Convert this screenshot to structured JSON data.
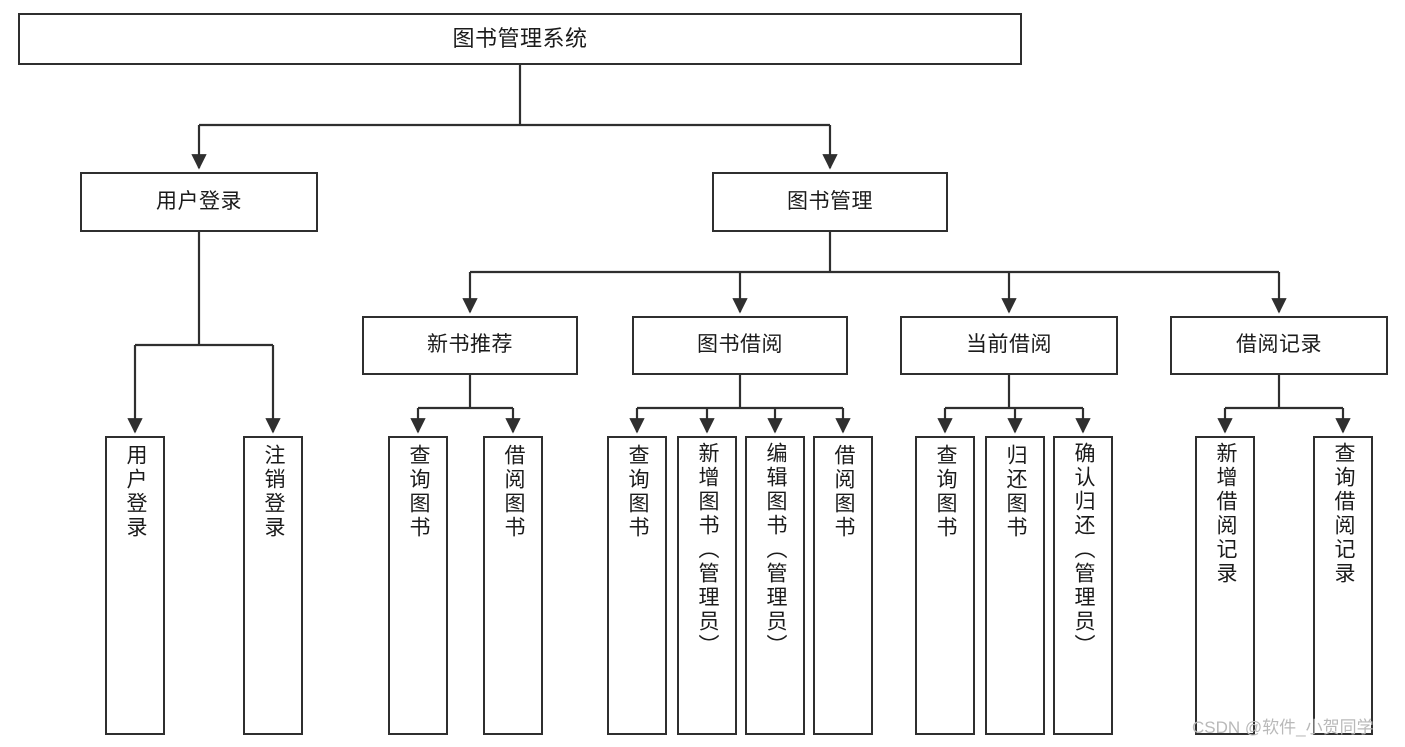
{
  "diagram": {
    "type": "tree",
    "title": "图书管理系统",
    "orientation": "top-down",
    "levels": 4,
    "root": {
      "id": "root",
      "label": "图书管理系统"
    },
    "level2": [
      {
        "id": "user-login",
        "label": "用户登录"
      },
      {
        "id": "book-manage",
        "label": "图书管理"
      }
    ],
    "level3": [
      {
        "id": "new-book-recommend",
        "label": "新书推荐",
        "parent": "book-manage"
      },
      {
        "id": "book-borrow",
        "label": "图书借阅",
        "parent": "book-manage"
      },
      {
        "id": "current-borrow",
        "label": "当前借阅",
        "parent": "book-manage"
      },
      {
        "id": "borrow-record",
        "label": "借阅记录",
        "parent": "book-manage"
      }
    ],
    "leaves": [
      {
        "id": "leaf-user-login",
        "label": "用户登录",
        "parent": "user-login"
      },
      {
        "id": "leaf-user-logout",
        "label": "注销登录",
        "parent": "user-login"
      },
      {
        "id": "leaf-query-book-1",
        "label": "查询图书",
        "parent": "new-book-recommend"
      },
      {
        "id": "leaf-borrow-book-1",
        "label": "借阅图书",
        "parent": "new-book-recommend"
      },
      {
        "id": "leaf-query-book-2",
        "label": "查询图书",
        "parent": "book-borrow"
      },
      {
        "id": "leaf-add-book",
        "label": "新增图书（管理员）",
        "parent": "book-borrow"
      },
      {
        "id": "leaf-edit-book",
        "label": "编辑图书（管理员）",
        "parent": "book-borrow"
      },
      {
        "id": "leaf-borrow-book-2",
        "label": "借阅图书",
        "parent": "book-borrow"
      },
      {
        "id": "leaf-query-book-3",
        "label": "查询图书",
        "parent": "current-borrow"
      },
      {
        "id": "leaf-return-book",
        "label": "归还图书",
        "parent": "current-borrow"
      },
      {
        "id": "leaf-confirm-return",
        "label": "确认归还（管理员）",
        "parent": "current-borrow"
      },
      {
        "id": "leaf-add-record",
        "label": "新增借阅记录",
        "parent": "borrow-record"
      },
      {
        "id": "leaf-query-record",
        "label": "查询借阅记录",
        "parent": "borrow-record"
      }
    ]
  },
  "watermark": {
    "text": "CSDN @软件_小贺同学"
  },
  "colors": {
    "box_border": "#2f2f2f",
    "box_fill": "#ffffff",
    "connector": "#2f2f2f",
    "text": "#1b1b1b",
    "watermark": "#b9b9b9",
    "background": "#ffffff"
  }
}
